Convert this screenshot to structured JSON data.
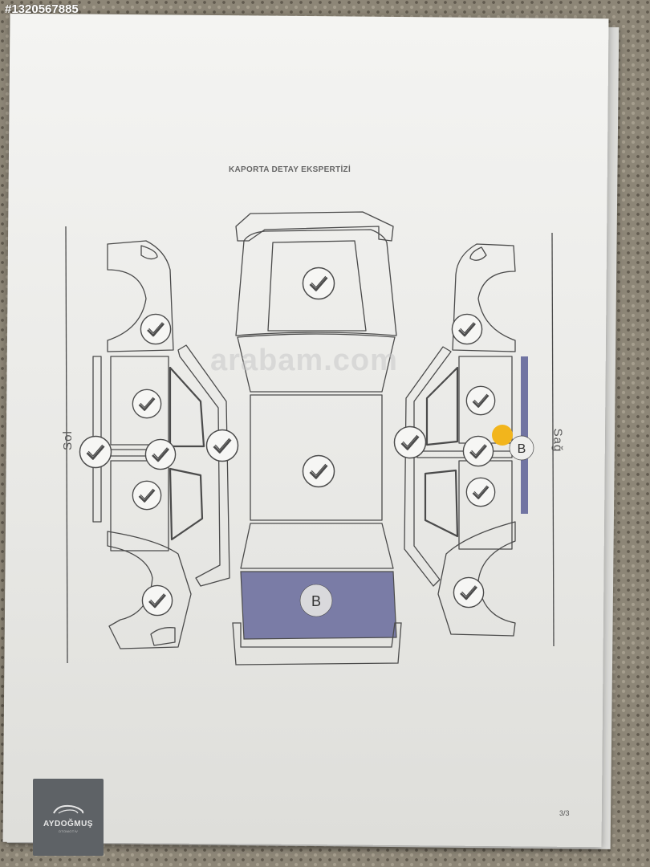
{
  "listing_id": "#1320567885",
  "document": {
    "title": "KAPORTA DETAY EKSPERTİZİ",
    "left_label": "Sol",
    "right_label": "Sağ",
    "page_number": "3/3"
  },
  "watermark": "arabam.com",
  "dealer_logo": {
    "name": "AYDOĞMUŞ",
    "tagline": "OTOMOTİV"
  },
  "legend_marks": {
    "changed": "B"
  },
  "colors": {
    "changed_fill": "#7a7ca6",
    "changed_strip": "#7174a2",
    "local_paint": "#f2b51c",
    "line": "#4b4b4b"
  },
  "parts": [
    {
      "id": "hood",
      "status": "original",
      "mark": "check-icon"
    },
    {
      "id": "roof",
      "status": "original",
      "mark": "check-icon"
    },
    {
      "id": "trunk",
      "status": "changed",
      "mark": "B"
    },
    {
      "id": "left-front-fender",
      "status": "original",
      "mark": "check-icon"
    },
    {
      "id": "left-front-door",
      "status": "original",
      "mark": "check-icon"
    },
    {
      "id": "left-rear-door",
      "status": "original",
      "mark": "check-icon"
    },
    {
      "id": "left-rear-fender",
      "status": "original",
      "mark": "check-icon"
    },
    {
      "id": "left-sill",
      "status": "original",
      "mark": "check-icon"
    },
    {
      "id": "left-pillar",
      "status": "original",
      "mark": "check-icon"
    },
    {
      "id": "left-roof-rail",
      "status": "original",
      "mark": "check-icon"
    },
    {
      "id": "right-front-fender",
      "status": "original",
      "mark": "check-icon"
    },
    {
      "id": "right-front-door",
      "status": "original",
      "mark": "check-icon"
    },
    {
      "id": "right-rear-door",
      "status": "original",
      "mark": "check-icon"
    },
    {
      "id": "right-rear-fender",
      "status": "original",
      "mark": "check-icon"
    },
    {
      "id": "right-roof-rail",
      "status": "original",
      "mark": "check-icon"
    },
    {
      "id": "right-pillar",
      "status": "original",
      "mark": "check-icon"
    },
    {
      "id": "right-sill",
      "status": "changed",
      "mark": "B"
    }
  ]
}
